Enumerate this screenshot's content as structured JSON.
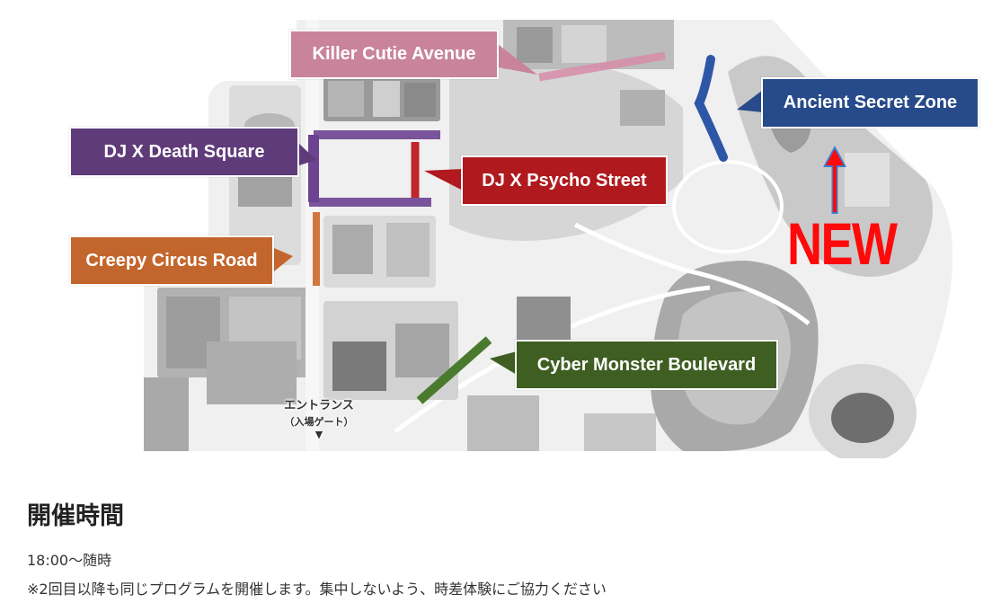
{
  "map": {
    "zones": [
      {
        "id": "killer-cutie-avenue",
        "label": "Killer Cutie Avenue",
        "color": "#c9839b"
      },
      {
        "id": "dj-x-death-square",
        "label": "DJ X Death Square",
        "color": "#5f3b7a"
      },
      {
        "id": "dj-x-psycho-street",
        "label": "DJ X Psycho Street",
        "color": "#b0191e"
      },
      {
        "id": "creepy-circus-road",
        "label": "Creepy Circus Road",
        "color": "#c3662d"
      },
      {
        "id": "cyber-monster-boulevard",
        "label": "Cyber Monster Boulevard",
        "color": "#3f5e22"
      },
      {
        "id": "ancient-secret-zone",
        "label": "Ancient Secret Zone",
        "color": "#274a8a"
      }
    ],
    "entrance": {
      "label": "エントランス",
      "sublabel": "（入場ゲート）",
      "marker": "▼"
    },
    "new_badge": {
      "label": "NEW",
      "color": "#ff0a0a",
      "arrow_outline": "#3a7fd5"
    }
  },
  "schedule": {
    "title": "開催時間",
    "hours": "18:00～随時",
    "note": "※2回目以降も同じプログラムを開催します。集中しないよう、時差体験にご協力ください"
  }
}
